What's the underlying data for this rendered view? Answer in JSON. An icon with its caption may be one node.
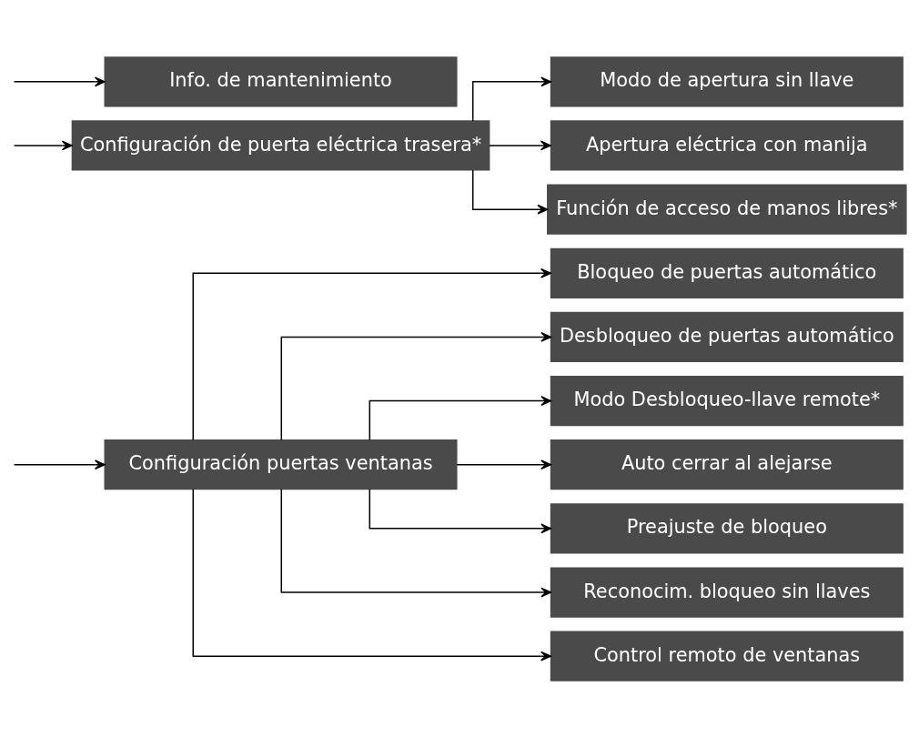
{
  "diagram": {
    "nodes": [
      {
        "text": [
          "Configuración puertas ventanas"
        ]
      },
      {
        "text": [
          "Bloqueo de puertas automático"
        ]
      },
      {
        "text": [
          "Desbloqueo de puertas automático"
        ]
      },
      {
        "text": [
          "Modo Desbloqueo-llave remote*"
        ]
      },
      {
        "text": [
          "Auto cerrar al alejarse"
        ]
      },
      {
        "text": [
          "Preajuste de bloqueo"
        ]
      },
      {
        "text": [
          "Reconocim. bloqueo sin llaves"
        ]
      },
      {
        "text": [
          "Control remoto de ventanas"
        ]
      },
      {
        "text": [
          "Configuración de puerta eléctrica trasera*"
        ]
      },
      {
        "text": [
          "Modo de apertura sin llave"
        ]
      },
      {
        "text": [
          "Apertura eléctrica con manija"
        ]
      },
      {
        "text": [
          "Función de acceso de manos libres*"
        ]
      },
      {
        "text": [
          "Info. de mantenimiento"
        ]
      }
    ],
    "edges": [
      {
        "from": null,
        "to": 0,
        "arrow": "to"
      },
      {
        "from": 0,
        "to": 1,
        "arrow": "to"
      },
      {
        "from": 0,
        "to": 2,
        "arrow": "to"
      },
      {
        "from": 0,
        "to": 3,
        "arrow": "to"
      },
      {
        "from": 0,
        "to": 4,
        "arrow": "to"
      },
      {
        "from": 0,
        "to": 5,
        "arrow": "to"
      },
      {
        "from": 0,
        "to": 6,
        "arrow": "to"
      },
      {
        "from": 0,
        "to": 7,
        "arrow": "to"
      },
      {
        "from": null,
        "to": 8,
        "arrow": "to"
      },
      {
        "from": 8,
        "to": 9,
        "arrow": "to"
      },
      {
        "from": 8,
        "to": 10,
        "arrow": "to"
      },
      {
        "from": 8,
        "to": 11,
        "arrow": "to"
      },
      {
        "from": null,
        "to": 12,
        "arrow": "to"
      }
    ]
  }
}
